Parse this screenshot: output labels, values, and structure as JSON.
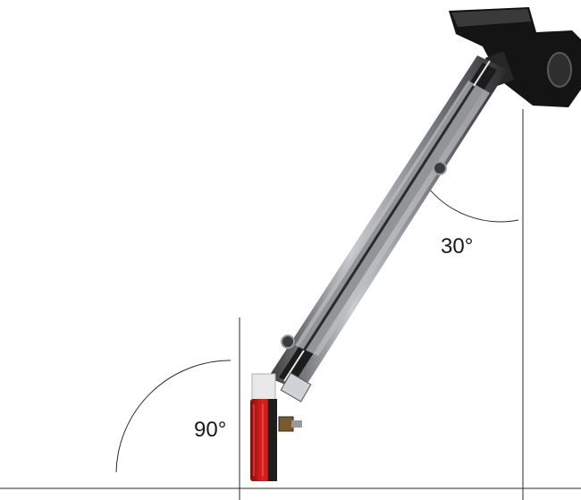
{
  "angles": [
    {
      "label": "30°",
      "degrees": 30
    },
    {
      "label": "90°",
      "degrees": 90
    }
  ],
  "colors": {
    "line": "#2b2b2b",
    "arm_steel": "#9a9ea3",
    "arm_dark": "#1c1c1c",
    "bracket": "#121212",
    "reflector": "#d01818",
    "reflector_housing": "#e8e8e8"
  }
}
